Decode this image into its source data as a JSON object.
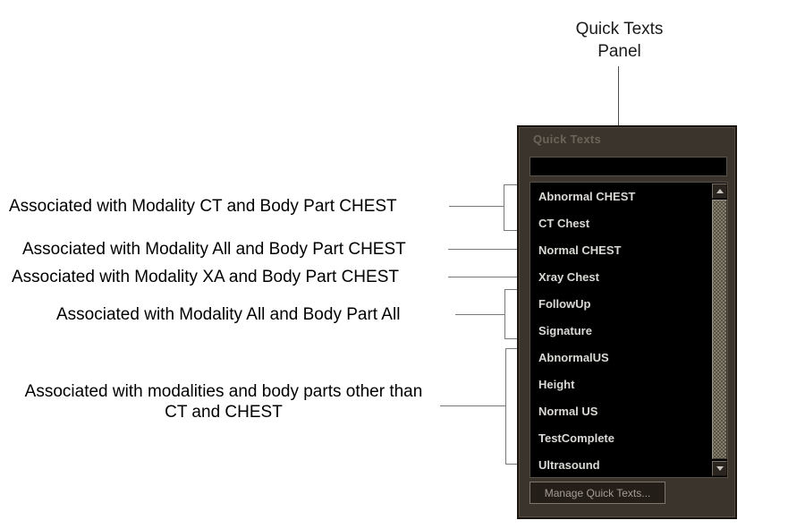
{
  "callout": {
    "line1": "Quick Texts",
    "line2": "Panel"
  },
  "annotations": {
    "a1": "Associated with Modality CT and Body Part CHEST",
    "a2": "Associated with Modality All and Body Part CHEST",
    "a3": "Associated with Modality XA and Body Part CHEST",
    "a4": "Associated with Modality All and Body Part All",
    "a5_line1": "Associated with modalities and body parts other than",
    "a5_line2": "CT and CHEST"
  },
  "panel": {
    "title": "Quick Texts",
    "input_value": "",
    "items": [
      "Abnormal CHEST",
      "CT Chest",
      "Normal CHEST",
      "Xray Chest",
      "FollowUp",
      "Signature",
      "AbnormalUS",
      "Height",
      "Normal US",
      "TestComplete",
      "Ultrasound"
    ],
    "manage_button": "Manage Quick Texts...",
    "colors": {
      "panel_bg": "#3b342c",
      "panel_border": "#1a150f",
      "list_bg": "#000000",
      "item_text": "#dbd9d5",
      "title_text": "#6b6459",
      "button_text": "#a39d95",
      "connector_line": "#787878"
    }
  }
}
